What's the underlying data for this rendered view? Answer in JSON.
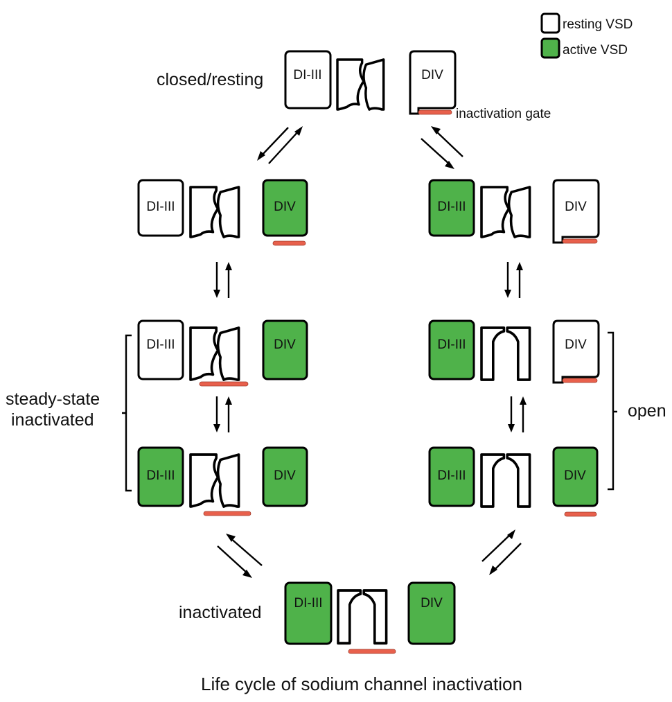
{
  "colors": {
    "active": "#4fb24a",
    "resting": "#ffffff",
    "gate": "#e8604c",
    "outline": "#000000"
  },
  "legend": {
    "resting_label": "resting VSD",
    "active_label": "active VSD"
  },
  "labels": {
    "closed": "closed/resting",
    "inactivated": "inactivated",
    "steady_state_line1": "steady-state",
    "steady_state_line2": "inactivated",
    "open": "open",
    "gate": "inactivation gate",
    "caption": "Life cycle of sodium channel inactivation"
  },
  "domains": {
    "left": "DI-III",
    "right": "DIV"
  },
  "states": [
    {
      "id": "closed-resting",
      "di_iii": "resting",
      "div": "resting",
      "pore": "closed",
      "gate": "free"
    },
    {
      "id": "div-active",
      "di_iii": "resting",
      "div": "active",
      "pore": "closed",
      "gate": "free"
    },
    {
      "id": "di-iii-active",
      "di_iii": "active",
      "div": "resting",
      "pore": "closed",
      "gate": "free"
    },
    {
      "id": "steady-state-1",
      "di_iii": "resting",
      "div": "active",
      "pore": "closed",
      "gate": "bound"
    },
    {
      "id": "open-1",
      "di_iii": "active",
      "div": "resting",
      "pore": "open",
      "gate": "free"
    },
    {
      "id": "steady-state-2",
      "di_iii": "active",
      "div": "active",
      "pore": "closed",
      "gate": "bound"
    },
    {
      "id": "open-2",
      "di_iii": "active",
      "div": "active",
      "pore": "open",
      "gate": "free"
    },
    {
      "id": "inactivated",
      "di_iii": "active",
      "div": "active",
      "pore": "open",
      "gate": "bound"
    }
  ]
}
